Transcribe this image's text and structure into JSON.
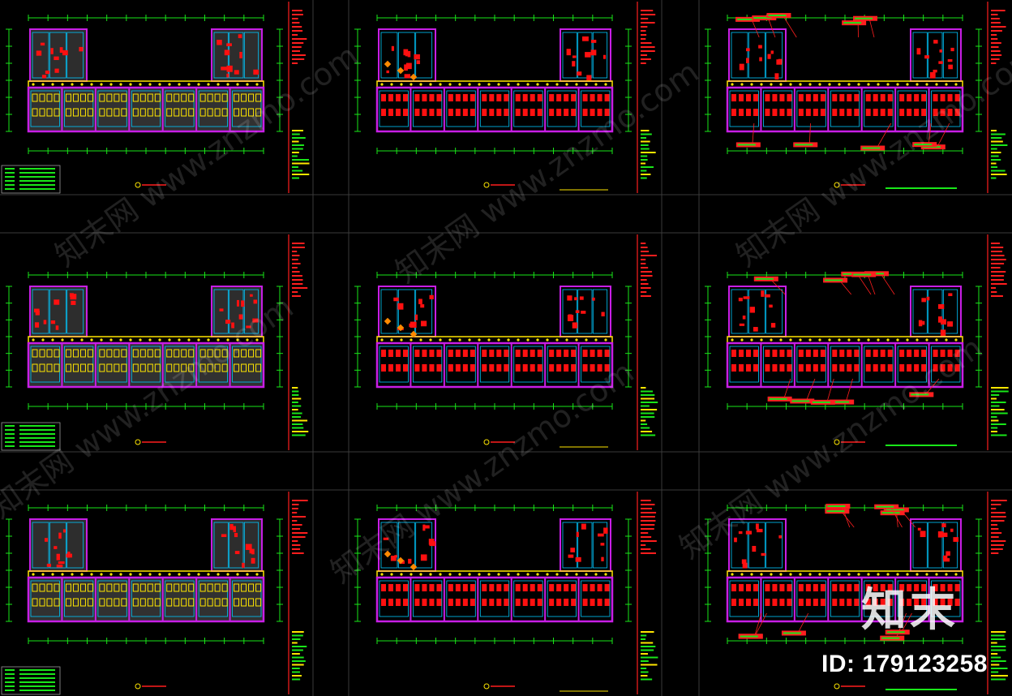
{
  "watermark": {
    "logo_text": "知末",
    "id_text": "ID: 179123258",
    "site_text": "知末网 www.znzmo.com"
  },
  "colors": {
    "background": "#000000",
    "frame": "#ff1e1e",
    "grid_dim": "#19e619",
    "wall_outer": "#c81ee6",
    "wall_inner": "#00c8ff",
    "room_fill": "#5a5a5a",
    "furniture": "#ff1010",
    "tag_fill": "#ff2020",
    "tag_text": "#19e619",
    "accent_yellow": "#ffe600",
    "accent_cyan": "#00ffff",
    "legend_green": "#19e619",
    "sheet_border": "#3a3a3a"
  },
  "sheets": [
    {
      "id": "s1",
      "row": 0,
      "col": 0,
      "variant": "ceiling"
    },
    {
      "id": "s2",
      "row": 0,
      "col": 1,
      "variant": "furniture"
    },
    {
      "id": "s3",
      "row": 0,
      "col": 2,
      "variant": "tagged"
    },
    {
      "id": "s4",
      "row": 1,
      "col": 0,
      "variant": "ceiling"
    },
    {
      "id": "s5",
      "row": 1,
      "col": 1,
      "variant": "furniture"
    },
    {
      "id": "s6",
      "row": 1,
      "col": 2,
      "variant": "tagged"
    },
    {
      "id": "s7",
      "row": 2,
      "col": 0,
      "variant": "ceiling"
    },
    {
      "id": "s8",
      "row": 2,
      "col": 1,
      "variant": "furniture"
    },
    {
      "id": "s9",
      "row": 2,
      "col": 2,
      "variant": "tagged"
    }
  ]
}
